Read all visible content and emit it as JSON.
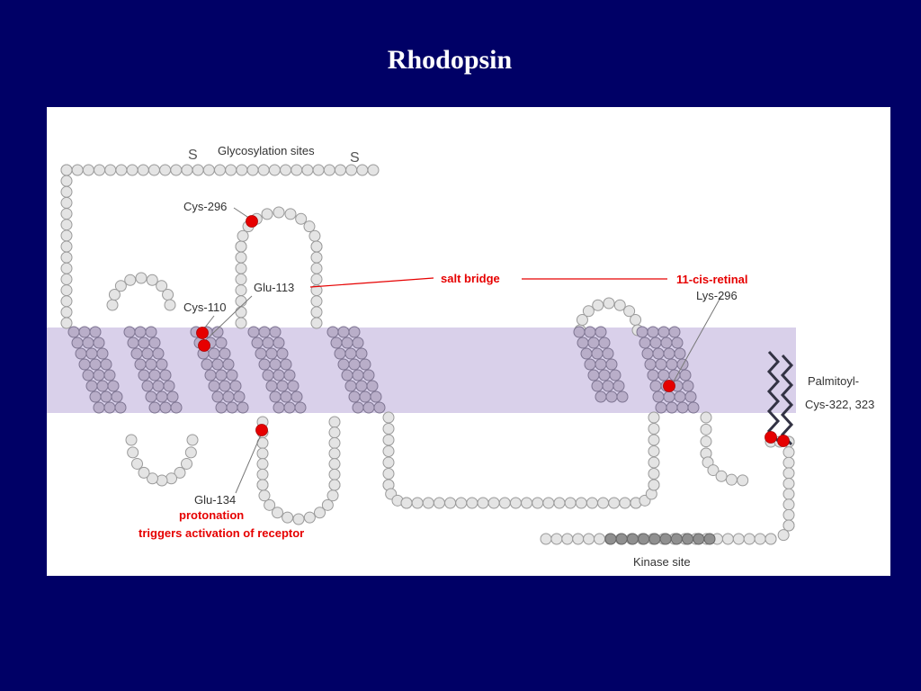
{
  "title": "Rhodopsin",
  "labels": {
    "glycosylation": "Glycosylation sites",
    "s_left": "S",
    "s_right": "S",
    "cys296": "Cys-296",
    "cys110": "Cys-110",
    "glu113": "Glu-113",
    "salt_bridge": "salt bridge",
    "retinal": "11-cis-retinal",
    "lys296": "Lys-296",
    "palmitoyl": "Palmitoyl-",
    "cys322": "Cys-322, 323",
    "glu134": "Glu-134",
    "protonation": "protonation",
    "triggers": "triggers activation of receptor",
    "kinase": "Kinase site"
  },
  "colors": {
    "background": "#000066",
    "membrane": "#d9d0ea",
    "residue_fill": "#e4e4e4",
    "residue_stroke": "#9a9a9a",
    "tm_residue_fill": "#b9aec9",
    "tm_residue_stroke": "#7e7592",
    "highlight": "#e60000",
    "kinase_fill": "#909090"
  }
}
